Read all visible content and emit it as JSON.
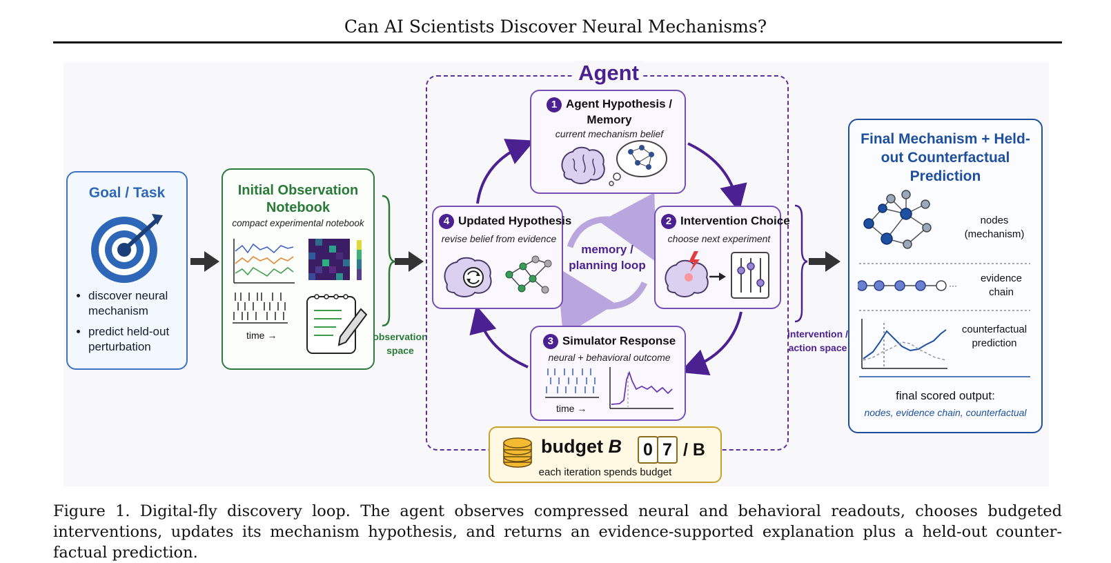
{
  "header": {
    "title": "Can AI Scientists Discover Neural Mechanisms?"
  },
  "goal": {
    "title": "Goal / Task",
    "items": [
      "discover neural mechanism",
      "predict held-out perturbation"
    ]
  },
  "notebook": {
    "title": "Initial Observation Notebook",
    "subtitle": "compact experimental notebook",
    "time_label": "time →",
    "space_label": "observation space"
  },
  "agent": {
    "title": "Agent",
    "hypothesis": {
      "number": "1",
      "title": "Agent Hypothesis / Memory",
      "subtitle": "current mechanism belief"
    },
    "intervention": {
      "number": "2",
      "title": "Intervention Choice",
      "subtitle": "choose next experiment"
    },
    "simulator": {
      "number": "3",
      "title": "Simulator Response",
      "subtitle": "neural + behavioral outcome",
      "time_label": "time →"
    },
    "updated": {
      "number": "4",
      "title": "Updated Hypothesis",
      "subtitle": "revise belief from evidence"
    },
    "loop_label": "memory / planning loop",
    "action_space_label": "intervention / action space"
  },
  "budget": {
    "label": "budget",
    "symbol": "B",
    "digits": [
      "0",
      "7"
    ],
    "over": "/ B",
    "subtitle": "each iteration spends budget"
  },
  "final": {
    "title": "Final Mechanism + Held-out Counterfactual Prediction",
    "nodes_label": "nodes (mechanism)",
    "evidence_label": "evidence chain",
    "counterfactual_label": "counterfactual prediction",
    "scored_output": "final scored output:",
    "scored_items": "nodes, evidence chain, counterfactual"
  },
  "caption": "Figure 1. Digital-fly discovery loop. The agent observes compressed neural and behavioral readouts, chooses budgeted interventions, updates its mechanism hypothesis, and returns an evidence-supported explanation plus a held-out counter-factual prediction.",
  "colors": {
    "agent_purple": "#4b2191",
    "goal_blue": "#2f67b8",
    "notebook_green": "#2a7a37",
    "final_blue": "#1e4f9c",
    "budget_gold": "#c9a02a"
  }
}
